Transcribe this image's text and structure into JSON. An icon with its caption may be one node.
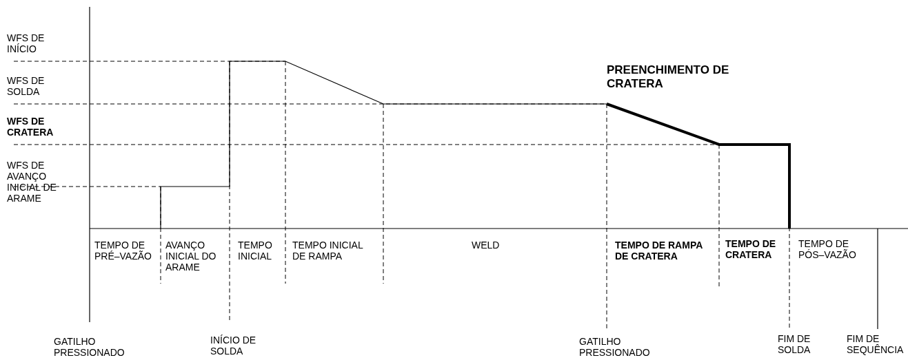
{
  "diagram": {
    "labels": [
      "WFS DE INÍCIO",
      "WFS DE SOLDA",
      "PREENCHIMENTO DE CRATERA",
      "WFS DE CRATERA",
      "WFS DE AVANÇO INICIAL DE ARAME",
      "TEMPO DE PRÉ–VAZÃO",
      "AVANÇO INICIAL DO ARAME",
      "TEMPO INICIAL",
      "TEMPO INICIAL DE RAMPA",
      "WELD",
      "TEMPO DE RAMPA DE CRATERA",
      "TEMPO DE CRATERA",
      "TEMPO DE PÓS–VAZÃO",
      "GATILHO PRESSIONADO",
      "INÍCIO DE SOLDA",
      "GATILHO PRESSIONADO",
      "FIM DE SOLDA",
      "FIM DE SEQUÊNCIA"
    ]
  }
}
